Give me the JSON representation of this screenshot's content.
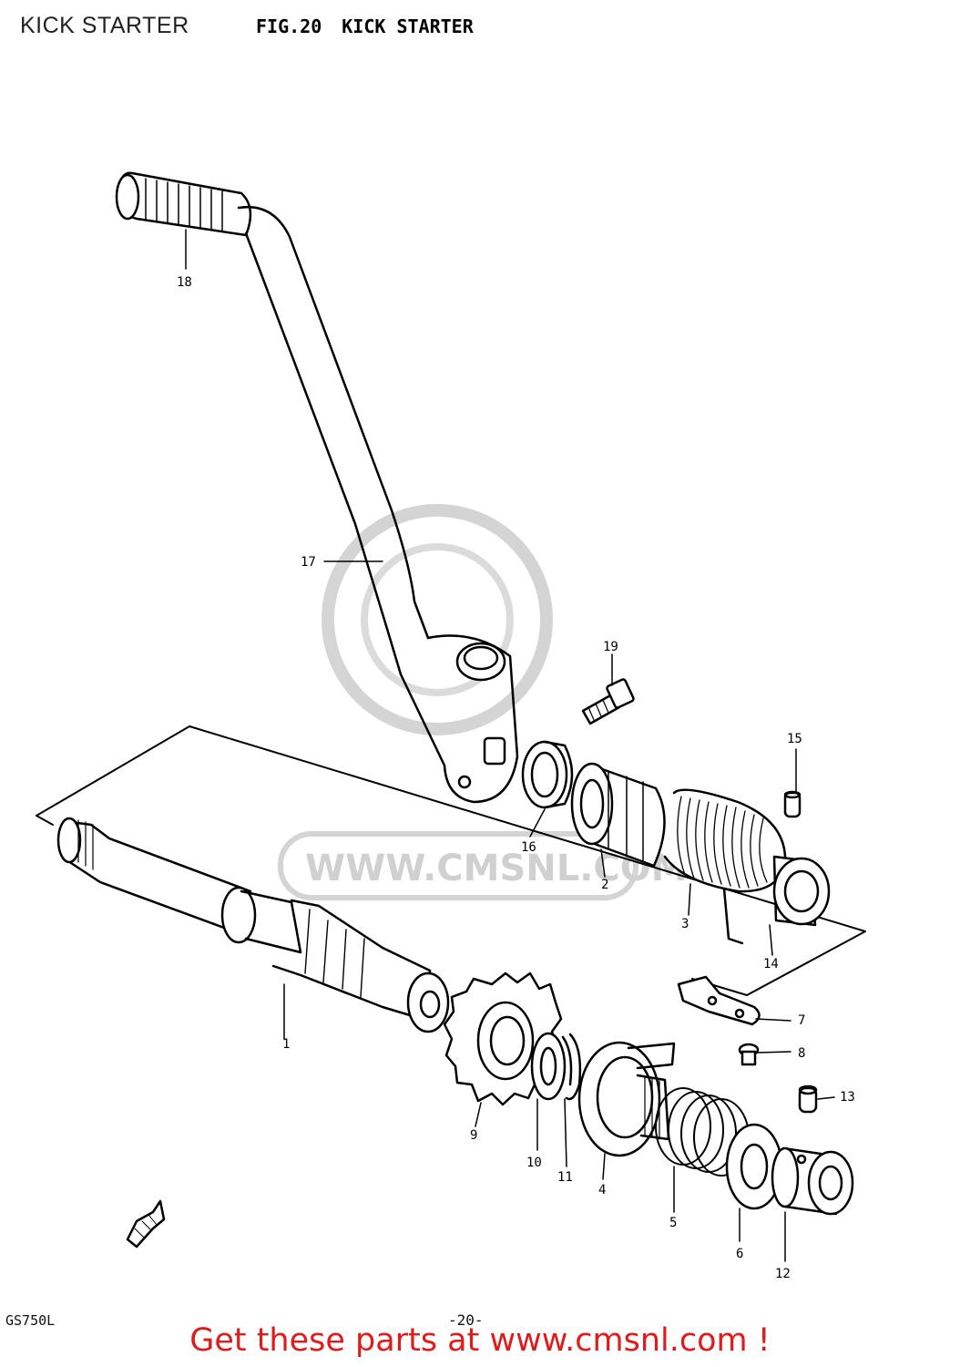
{
  "header": {
    "page_label": "KICK STARTER",
    "figure_number": "FIG.20",
    "figure_title": "KICK STARTER"
  },
  "watermark": {
    "text": "WWW.CMSNL.COM"
  },
  "parts": [
    {
      "id": "part-1",
      "label": "1"
    },
    {
      "id": "part-2",
      "label": "2"
    },
    {
      "id": "part-3",
      "label": "3"
    },
    {
      "id": "part-4",
      "label": "4"
    },
    {
      "id": "part-5",
      "label": "5"
    },
    {
      "id": "part-6",
      "label": "6"
    },
    {
      "id": "part-7",
      "label": "7"
    },
    {
      "id": "part-8",
      "label": "8"
    },
    {
      "id": "part-9",
      "label": "9"
    },
    {
      "id": "part-10",
      "label": "10"
    },
    {
      "id": "part-11",
      "label": "11"
    },
    {
      "id": "part-12",
      "label": "12"
    },
    {
      "id": "part-13",
      "label": "13"
    },
    {
      "id": "part-14",
      "label": "14"
    },
    {
      "id": "part-15",
      "label": "15"
    },
    {
      "id": "part-16",
      "label": "16"
    },
    {
      "id": "part-17",
      "label": "17"
    },
    {
      "id": "part-18",
      "label": "18"
    },
    {
      "id": "part-19",
      "label": "19"
    }
  ],
  "footer": {
    "model": "GS750L",
    "page_number": "-20-",
    "promo_text": "Get these parts at www.cmsnl.com !"
  },
  "colors": {
    "line": "#000000",
    "watermark": "#cccccc",
    "promo": "#e11a1a"
  }
}
